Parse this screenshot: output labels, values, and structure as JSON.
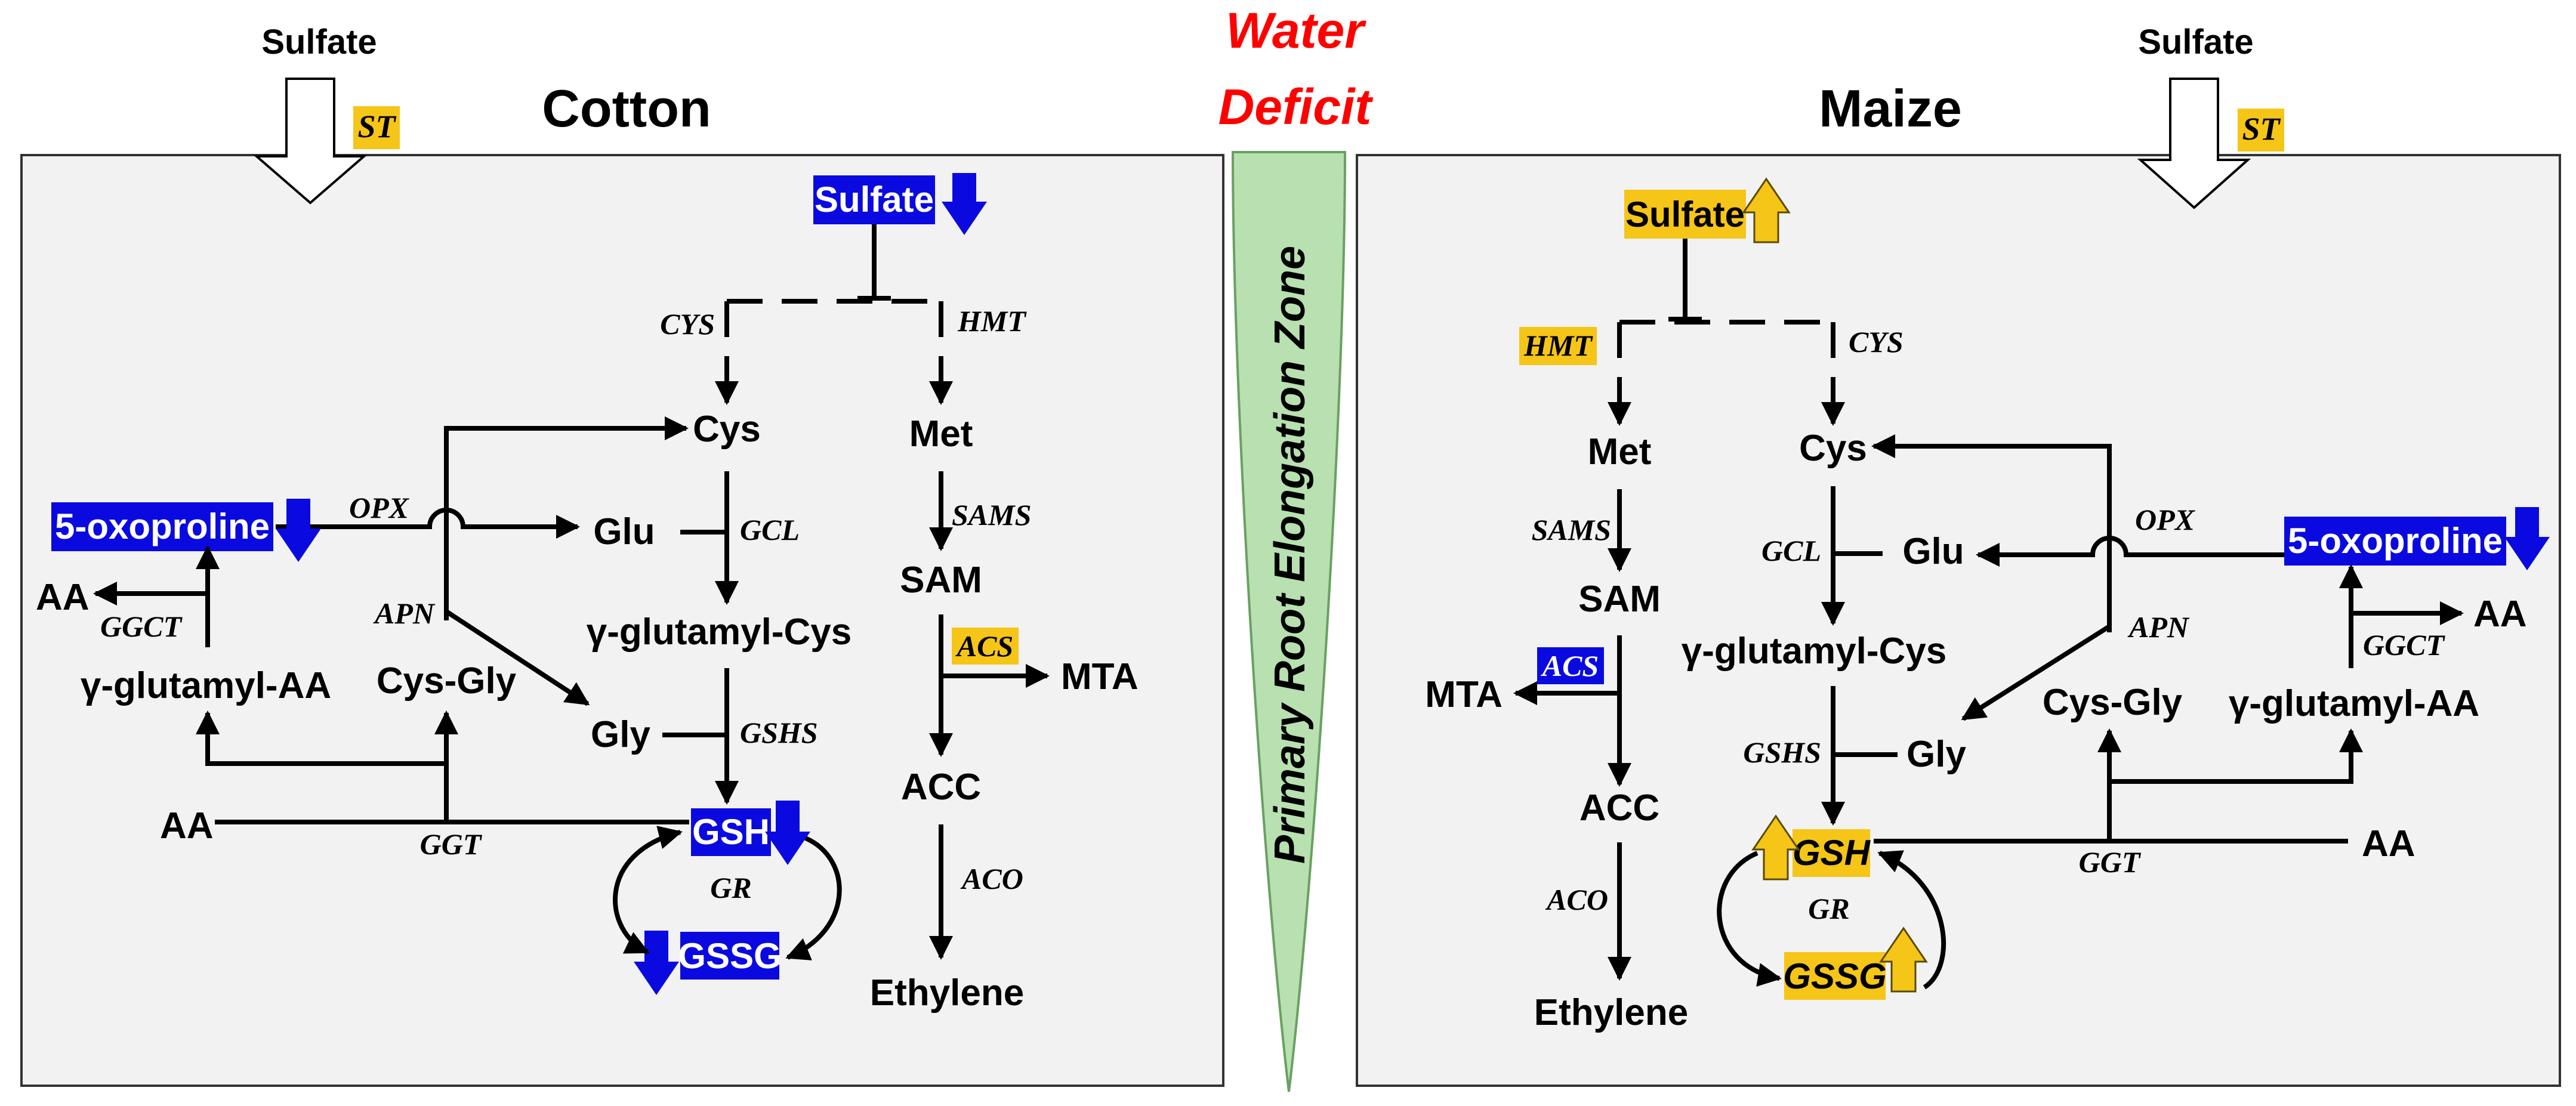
{
  "colors": {
    "up": "#f5c518",
    "down": "#0a0ae0",
    "panel": "#f2f2f2",
    "zone": "#b8e0b0",
    "deficit": "#ff0000"
  },
  "header": {
    "water": "Water",
    "deficit": "Deficit",
    "zone_label": "Primary Root Elongation Zone"
  },
  "cotton": {
    "title": "Cotton",
    "sulfate_top": "Sulfate",
    "st": "ST",
    "sulfate": "Sulfate",
    "cys_enz": "CYS",
    "hmt": "HMT",
    "cys": "Cys",
    "met": "Met",
    "sams": "SAMS",
    "sam": "SAM",
    "acs": "ACS",
    "mta": "MTA",
    "acc": "ACC",
    "aco": "ACO",
    "ethylene": "Ethylene",
    "glu": "Glu",
    "gcl": "GCL",
    "gglu_cys": "γ-glutamyl-Cys",
    "gly": "Gly",
    "gshs": "GSHS",
    "gsh": "GSH",
    "gr": "GR",
    "gssg": "GSSG",
    "oxoproline": "5-oxoproline",
    "opx": "OPX",
    "aa_left": "AA",
    "ggct": "GGCT",
    "gglu_aa": "γ-glutamyl-AA",
    "apn": "APN",
    "cysgly": "Cys-Gly",
    "aa_bottom": "AA",
    "ggt": "GGT"
  },
  "maize": {
    "title": "Maize",
    "sulfate_top": "Sulfate",
    "st": "ST",
    "sulfate": "Sulfate",
    "hmt": "HMT",
    "cys_enz": "CYS",
    "met": "Met",
    "cys": "Cys",
    "sams": "SAMS",
    "sam": "SAM",
    "acs": "ACS",
    "mta": "MTA",
    "acc": "ACC",
    "aco": "ACO",
    "ethylene": "Ethylene",
    "gcl": "GCL",
    "glu": "Glu",
    "gglu_cys": "γ-glutamyl-Cys",
    "gshs": "GSHS",
    "gly": "Gly",
    "gsh": "GSH",
    "gr": "GR",
    "gssg": "GSSG",
    "opx": "OPX",
    "oxoproline": "5-oxoproline",
    "apn": "APN",
    "cysgly": "Cys-Gly",
    "ggct": "GGCT",
    "aa_right": "AA",
    "gglu_aa": "γ-glutamyl-AA",
    "ggt": "GGT",
    "aa_bottom": "AA"
  }
}
